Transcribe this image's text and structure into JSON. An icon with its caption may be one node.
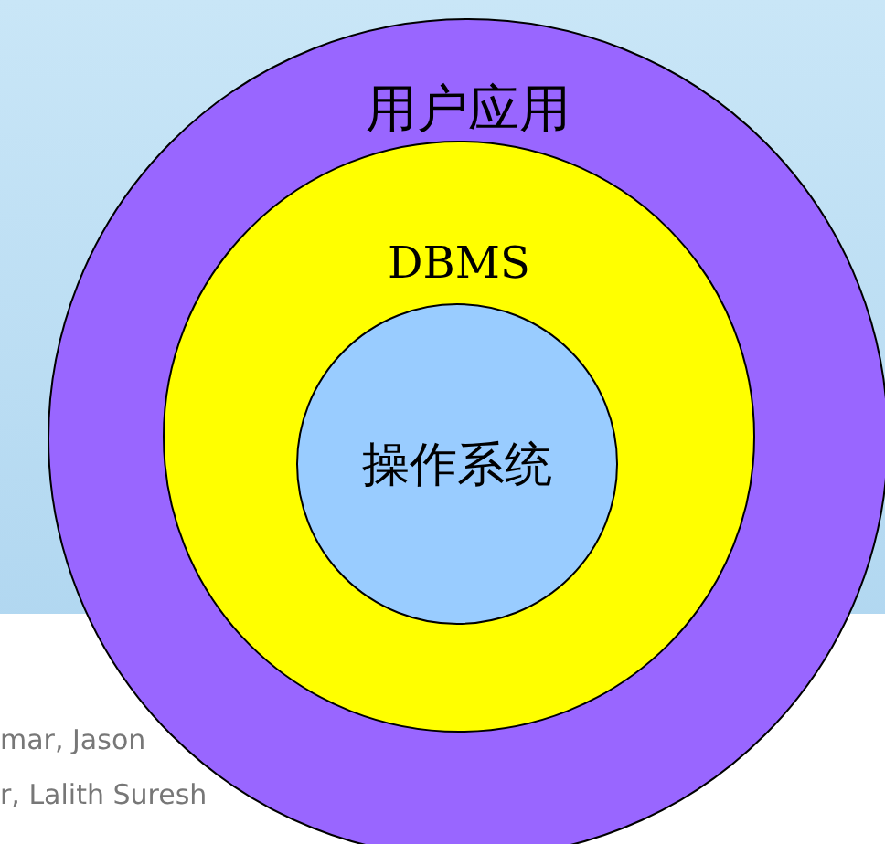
{
  "diagram": {
    "nodes": [
      {
        "text": [
          "用户应用"
        ]
      },
      {
        "text": [
          "DBMS"
        ],
        "in": 0
      },
      {
        "text": [
          "操作系统"
        ],
        "in": 1
      }
    ],
    "labels": [
      "mar, Jason",
      "r, Lalith Suresh"
    ]
  }
}
